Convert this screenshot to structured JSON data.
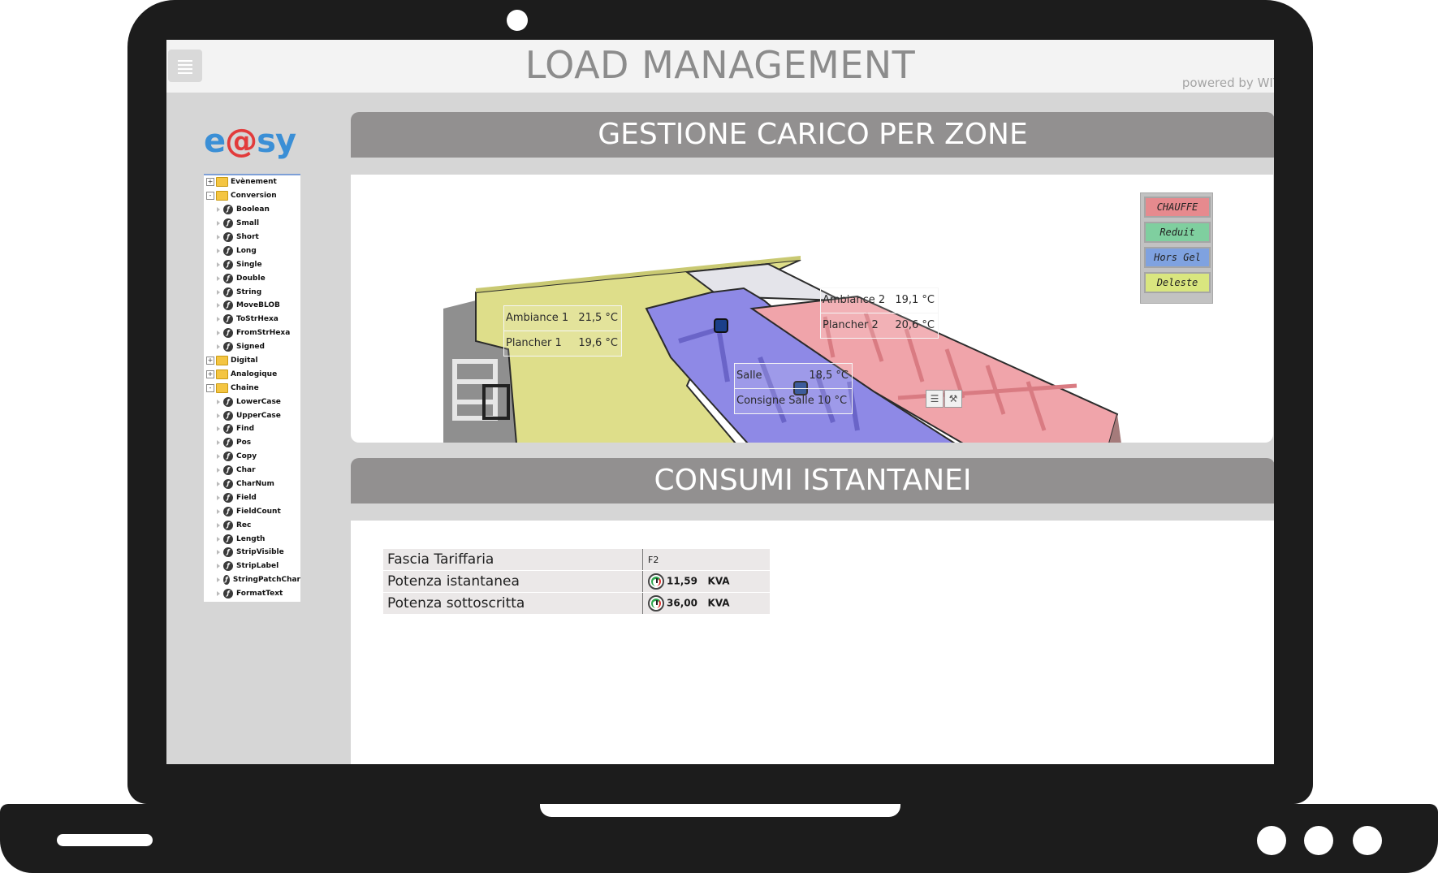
{
  "app": {
    "title": "LOAD MANAGEMENT",
    "powered_by": "powered by WIT"
  },
  "sidebar": {
    "logo": {
      "part1": "e",
      "at": "@",
      "part2": "sy"
    },
    "tree": [
      {
        "label": "Evènement",
        "type": "folder",
        "state": "+"
      },
      {
        "label": "Conversion",
        "type": "folder",
        "state": "-"
      },
      {
        "label": "Boolean",
        "type": "function"
      },
      {
        "label": "Small",
        "type": "function"
      },
      {
        "label": "Short",
        "type": "function"
      },
      {
        "label": "Long",
        "type": "function"
      },
      {
        "label": "Single",
        "type": "function"
      },
      {
        "label": "Double",
        "type": "function"
      },
      {
        "label": "String",
        "type": "function"
      },
      {
        "label": "MoveBLOB",
        "type": "function"
      },
      {
        "label": "ToStrHexa",
        "type": "function"
      },
      {
        "label": "FromStrHexa",
        "type": "function"
      },
      {
        "label": "Signed",
        "type": "function"
      },
      {
        "label": "Digital",
        "type": "folder",
        "state": "+"
      },
      {
        "label": "Analogique",
        "type": "folder",
        "state": "+"
      },
      {
        "label": "Chaine",
        "type": "folder",
        "state": "-"
      },
      {
        "label": "LowerCase",
        "type": "function"
      },
      {
        "label": "UpperCase",
        "type": "function"
      },
      {
        "label": "Find",
        "type": "function"
      },
      {
        "label": "Pos",
        "type": "function"
      },
      {
        "label": "Copy",
        "type": "function"
      },
      {
        "label": "Char",
        "type": "function"
      },
      {
        "label": "CharNum",
        "type": "function"
      },
      {
        "label": "Field",
        "type": "function"
      },
      {
        "label": "FieldCount",
        "type": "function"
      },
      {
        "label": "Rec",
        "type": "function"
      },
      {
        "label": "Length",
        "type": "function"
      },
      {
        "label": "StripVisible",
        "type": "function"
      },
      {
        "label": "StripLabel",
        "type": "function"
      },
      {
        "label": "StringPatchChar",
        "type": "function"
      },
      {
        "label": "FormatText",
        "type": "function"
      }
    ]
  },
  "zones_section": {
    "title": "GESTIONE CARICO PER ZONE",
    "zones": [
      {
        "rows": [
          {
            "label": "Ambiance 1",
            "value": "21,5 °C"
          },
          {
            "label": "Plancher 1",
            "value": "19,6 °C"
          }
        ],
        "color": "#e8e88a"
      },
      {
        "rows": [
          {
            "label": "Ambiance 2",
            "value": "19,1 °C"
          },
          {
            "label": "Plancher 2",
            "value": "20,6 °C"
          }
        ],
        "color": "#f2a6ab"
      },
      {
        "rows": [
          {
            "label": "Salle",
            "value": "18,5 °C"
          },
          {
            "label": "Consigne Salle",
            "value": "10 °C"
          }
        ],
        "color": "#8c87e8"
      }
    ],
    "legend": [
      {
        "label": "CHAUFFE",
        "color": "#e68a8e"
      },
      {
        "label": "Reduit",
        "color": "#7fcf9f"
      },
      {
        "label": "Hors Gel",
        "color": "#7fa2e0"
      },
      {
        "label": "Deleste",
        "color": "#d9e67f"
      }
    ],
    "tool_icons": [
      "list-icon",
      "wrench-icon"
    ]
  },
  "consumi_section": {
    "title": "CONSUMI ISTANTANEI",
    "rows": [
      {
        "label": "Fascia Tariffaria",
        "value": "F2",
        "unit": "",
        "gauge": false
      },
      {
        "label": "Potenza istantanea",
        "value": "11,59",
        "unit": "KVA",
        "gauge": true
      },
      {
        "label": "Potenza sottoscritta",
        "value": "36,00",
        "unit": "KVA",
        "gauge": true
      }
    ]
  }
}
